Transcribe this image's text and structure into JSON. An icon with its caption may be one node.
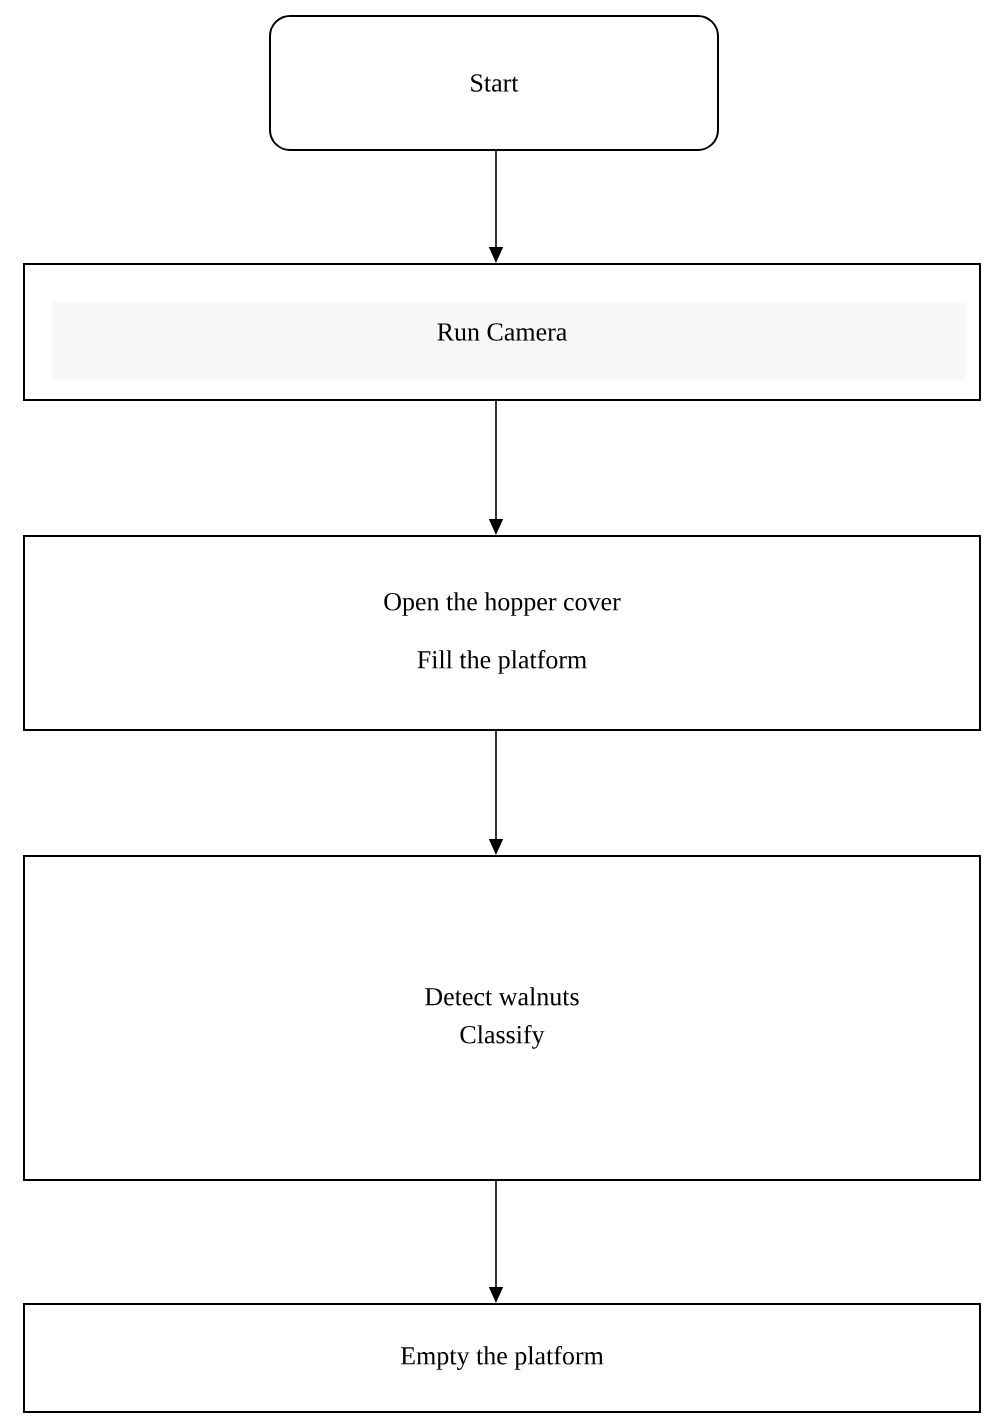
{
  "diagram": {
    "nodes": [
      {
        "text": [
          "Start"
        ]
      },
      {
        "text": [
          "Run Camera"
        ]
      },
      {
        "text": [
          "Open the hopper cover",
          "Fill the platform"
        ]
      },
      {
        "text": [
          "Detect walnuts",
          "Classify"
        ]
      },
      {
        "text": [
          "Empty the platform"
        ]
      }
    ],
    "edges": [
      {
        "from": 0,
        "to": 1,
        "arrow": "to"
      },
      {
        "from": 1,
        "to": 2,
        "arrow": "to"
      },
      {
        "from": 2,
        "to": 3,
        "arrow": "to"
      },
      {
        "from": 3,
        "to": 4,
        "arrow": "to"
      }
    ]
  }
}
